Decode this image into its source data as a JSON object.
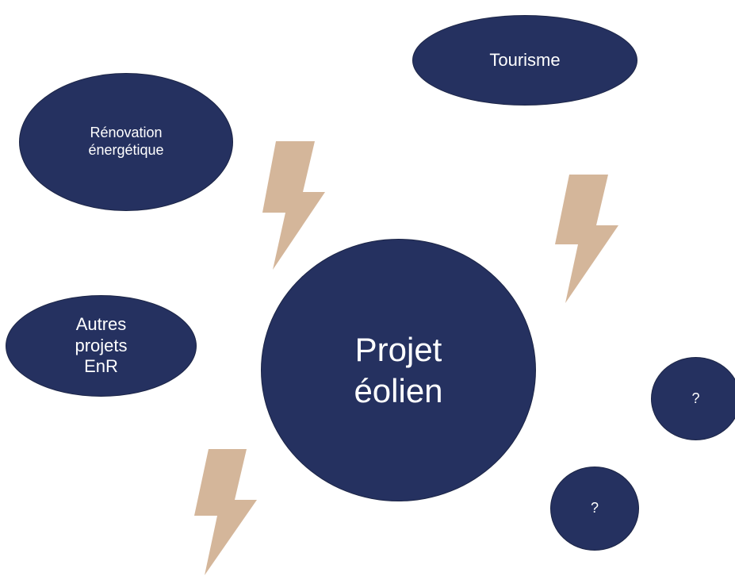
{
  "colors": {
    "node_fill": "#253160",
    "node_text": "#ffffff",
    "bolt_fill": "#d4b69a",
    "background": "#ffffff"
  },
  "icons": [
    "lightning-bolt-icon",
    "lightning-bolt-icon",
    "lightning-bolt-icon"
  ],
  "nodes": {
    "center": {
      "label": "Projet\néolien"
    },
    "tourisme": {
      "label": "Tourisme"
    },
    "renovation": {
      "label": "Rénovation\nénergétique"
    },
    "autres": {
      "label": "Autres\nprojets\nEnR"
    },
    "unknown_1": {
      "label": "?"
    },
    "unknown_2": {
      "label": "?"
    }
  }
}
